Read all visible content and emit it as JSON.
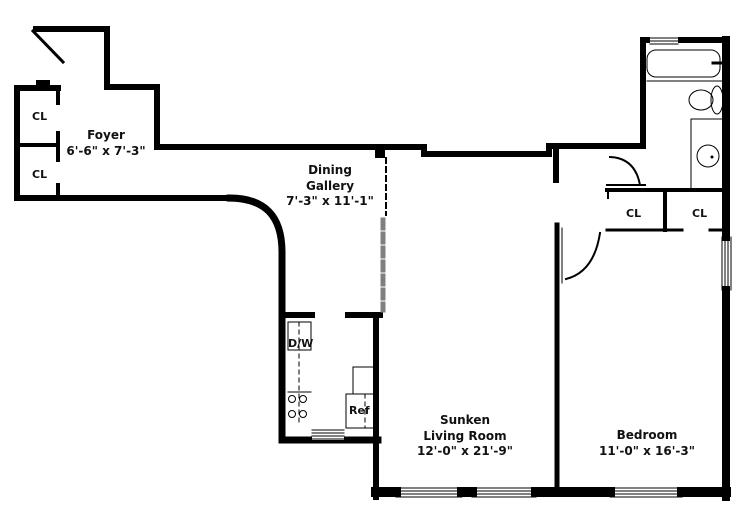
{
  "floorplan": {
    "wall_color": "#000000",
    "background": "#ffffff",
    "opening_color": "#808080",
    "rooms": {
      "foyer": {
        "name": "Foyer",
        "dims": "6'-6\" x 7'-3\""
      },
      "dining": {
        "name_line1": "Dining",
        "name_line2": "Gallery",
        "dims": "7'-3\" x 11'-1\""
      },
      "living": {
        "name_line1": "Sunken",
        "name_line2": "Living Room",
        "dims": "12'-0\" x 21'-9\""
      },
      "bedroom": {
        "name": "Bedroom",
        "dims": "11'-0\" x 16'-3\""
      }
    },
    "closets": {
      "foyer_upper": "CL",
      "foyer_lower": "CL",
      "hall_left": "CL",
      "hall_right": "CL"
    },
    "kitchen": {
      "dishwasher": "D/W",
      "refrigerator": "Ref"
    }
  }
}
